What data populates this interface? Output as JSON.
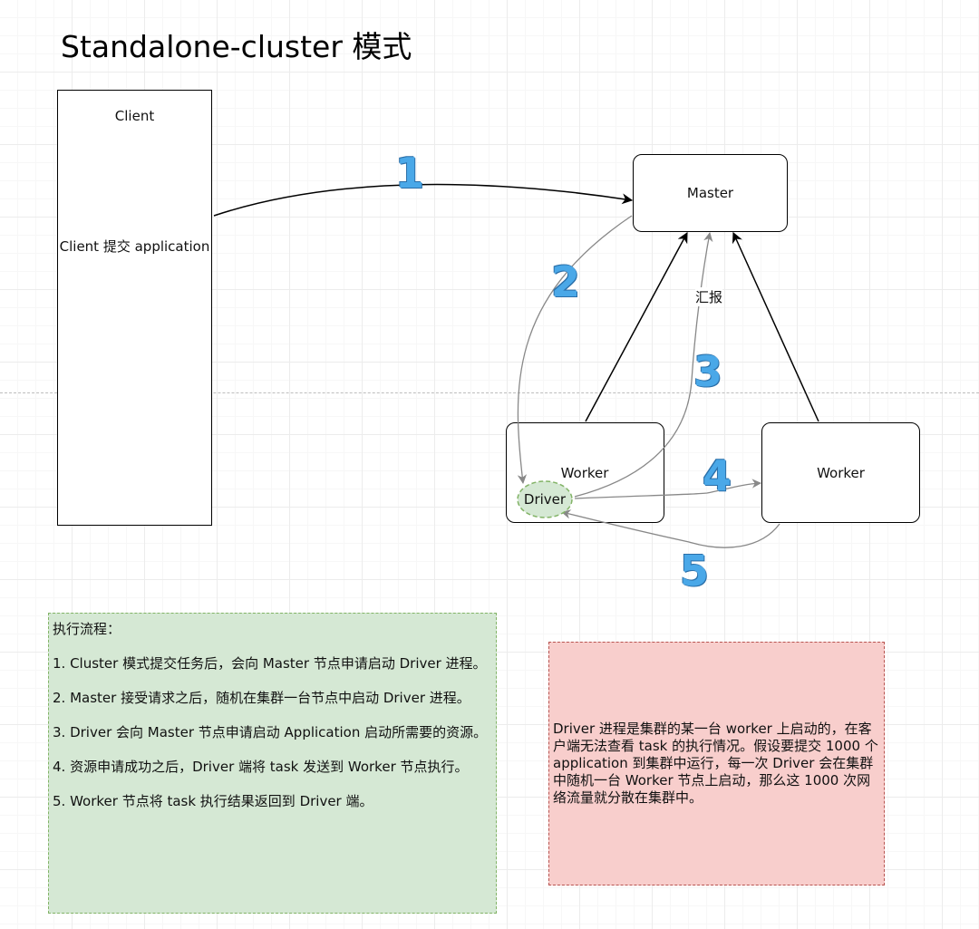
{
  "title": "Standalone-cluster 模式",
  "client": {
    "title": "Client",
    "action": "Client 提交 application"
  },
  "nodes": {
    "master": "Master",
    "worker_left": "Worker",
    "worker_right": "Worker",
    "driver": "Driver"
  },
  "edge_labels": {
    "report": "汇报"
  },
  "step_numbers": [
    "1",
    "2",
    "3",
    "4",
    "5"
  ],
  "process_note": {
    "heading": "执行流程：",
    "steps": [
      "1. Cluster 模式提交任务后，会向 Master 节点申请启动 Driver 进程。",
      "2. Master 接受请求之后，随机在集群一台节点中启动 Driver 进程。",
      "3. Driver 会向 Master 节点申请启动 Application 启动所需要的资源。",
      "4. 资源申请成功之后，Driver 端将 task 发送到 Worker 节点执行。",
      "5.  Worker 节点将 task 执行结果返回到 Driver 端。"
    ]
  },
  "driver_note": "Driver 进程是集群的某一台 worker 上启动的，在客户端无法查看 task 的执行情况。假设要提交 1000 个 application 到集群中运行，每一次 Driver 会在集群中随机一台 Worker 节点上启动，那么这 1000 次网络流量就分散在集群中。",
  "colors": {
    "step_number": "#4aa8e8",
    "driver_fill": "#d5e8d4",
    "driver_stroke": "#82b366",
    "process_note_fill": "#d5e8d4",
    "process_note_stroke": "#82b366",
    "driver_note_fill": "#f8cecc",
    "driver_note_stroke": "#b85450",
    "gray_arrow": "#888888",
    "black_arrow": "#000000"
  }
}
